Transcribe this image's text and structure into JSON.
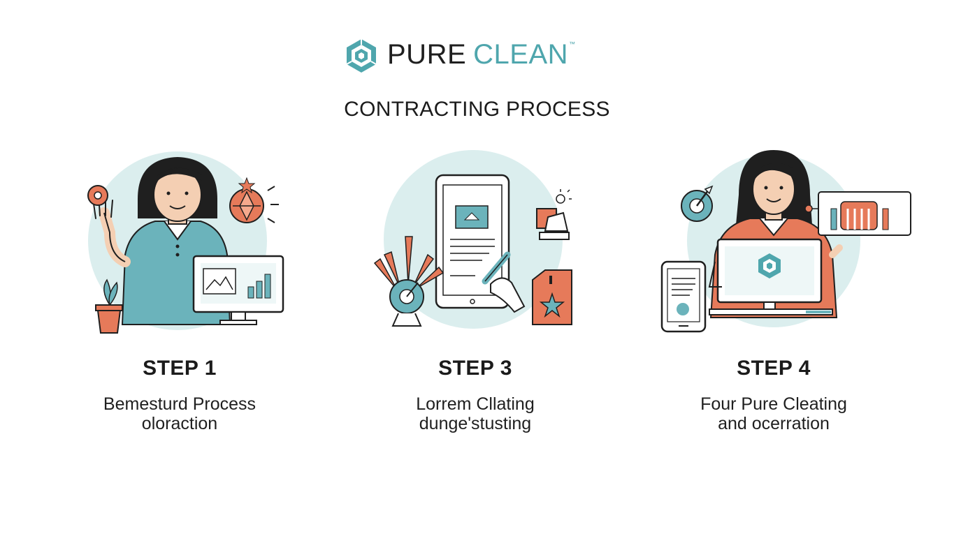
{
  "brand": {
    "name_part1": "PURE",
    "name_part2": "CLEAN",
    "trademark": "™",
    "colors": {
      "teal": "#4fa6ad",
      "coral": "#e67a5a",
      "light_teal": "#dbeeee",
      "dark": "#1f1f1f"
    }
  },
  "page": {
    "title": "CONTRACTING PROCESS"
  },
  "steps": [
    {
      "label": "STEP 1",
      "desc_line1": "Bemesturd Process",
      "desc_line2": "oloraction",
      "icon": "person-waving-with-monitor-illustration"
    },
    {
      "label": "STEP 3",
      "desc_line1": "Lorrem Cllating",
      "desc_line2": "dunge'stusting",
      "icon": "tablet-signing-document-illustration"
    },
    {
      "label": "STEP 4",
      "desc_line1": "Four Pure Cleating",
      "desc_line2": "and ocerration",
      "icon": "person-presenting-laptop-illustration"
    }
  ]
}
